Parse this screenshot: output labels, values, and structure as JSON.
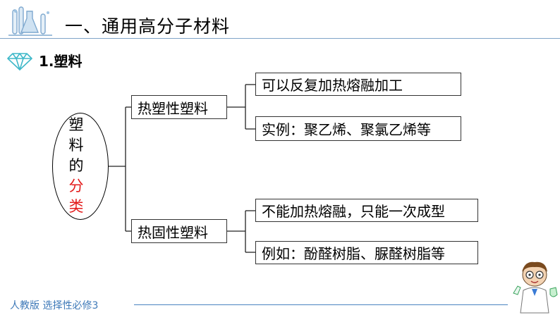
{
  "header": {
    "title": "一、通用高分子材料"
  },
  "section": {
    "title": "1.塑料"
  },
  "root": {
    "chars": [
      "塑",
      "料",
      "的"
    ],
    "highlight_chars": [
      "分",
      "类"
    ],
    "highlight_color": "#e31b1b"
  },
  "branches": [
    {
      "label": "热塑性塑料",
      "items": [
        "可以反复加热熔融加工",
        "实例：聚乙烯、聚氯乙烯等"
      ]
    },
    {
      "label": "热固性塑料",
      "items": [
        "不能加热熔融，只能一次成型",
        "例如：酚醛树脂、脲醛树脂等"
      ]
    }
  ],
  "footer": {
    "text": "人教版 选择性必修3"
  },
  "icons": [
    "lab-glassware-icon",
    "diamond-icon",
    "scientist-kid-illustration"
  ]
}
